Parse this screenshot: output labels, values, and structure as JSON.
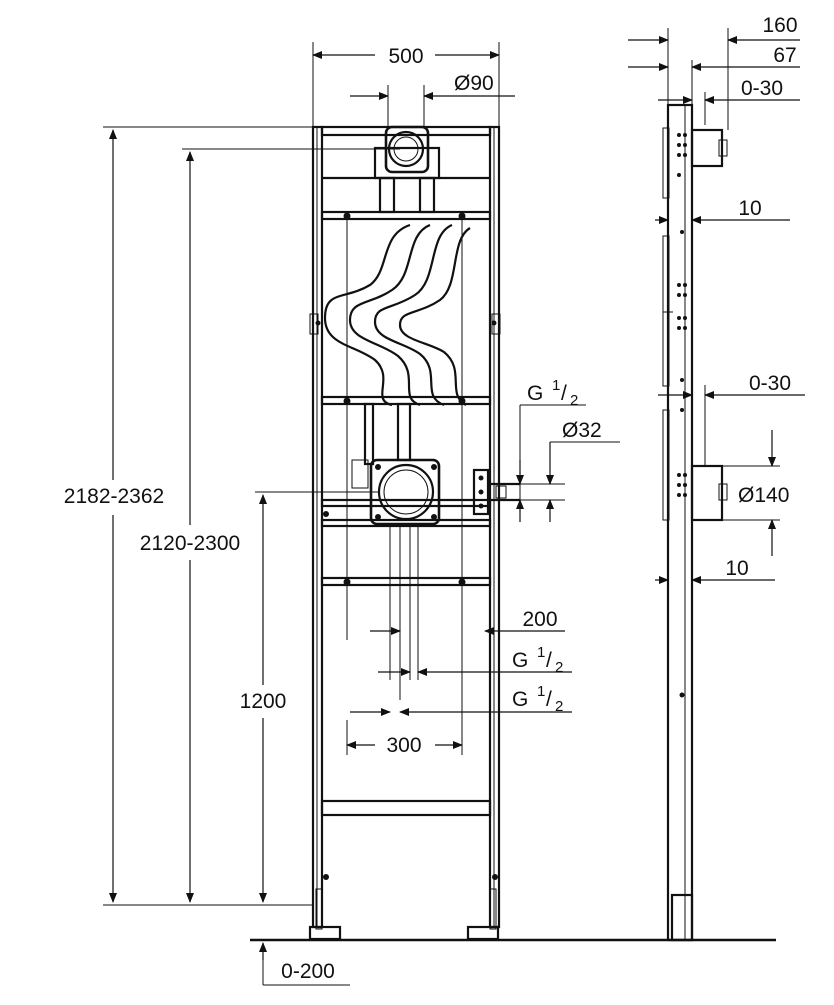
{
  "front_view": {
    "width_label": "500",
    "drain_diameter_label": "Ø90",
    "total_height_label": "2182-2362",
    "frame_height_label": "2120-2300",
    "outlet_height_label": "1200",
    "inlet_left_label": "200",
    "thread_label_a_main": "G",
    "thread_label_a_num": "1",
    "thread_label_a_den": "2",
    "thread_label_b_main": "G",
    "thread_label_b_num": "1",
    "thread_label_b_den": "2",
    "thread_label_side_main": "G",
    "thread_label_side_num": "1",
    "thread_label_side_den": "2",
    "pipe_diameter_label": "Ø32",
    "spacing_label": "300",
    "floor_adjust_label": "0-200"
  },
  "side_view": {
    "depth_label": "160",
    "depth_inner_label": "67",
    "adjust_top_label": "0-30",
    "gap_top_label": "10",
    "adjust_mid_label": "0-30",
    "outlet_diameter_label": "Ø140",
    "gap_bottom_label": "10"
  }
}
